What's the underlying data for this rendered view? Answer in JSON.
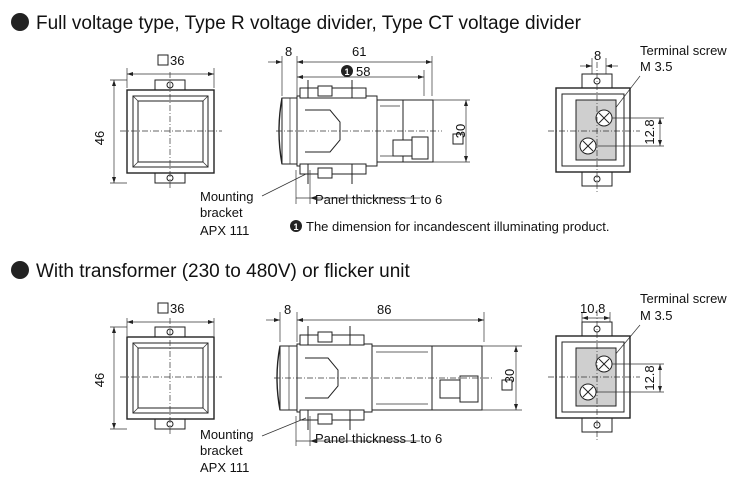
{
  "sections": [
    {
      "heading": "Full voltage type, Type R voltage divider, Type CT voltage divider",
      "front": {
        "square_label": "36",
        "height_label": "46"
      },
      "side": {
        "top_left_label": "8",
        "top_total_label": "61",
        "note_marker": "1",
        "note_label": "58",
        "square_label": "30",
        "panel_label": "Panel thickness 1 to 6",
        "bracket_lines": [
          "Mounting",
          "bracket",
          "APX 111"
        ]
      },
      "rear": {
        "width_label": "8",
        "terminal_lines": [
          "Terminal screw",
          "M 3.5"
        ],
        "spacing_label": "12.8"
      },
      "footnote": {
        "marker": "1",
        "text": "The dimension for incandescent illuminating product."
      }
    },
    {
      "heading": "With transformer (230 to 480V) or flicker unit",
      "front": {
        "square_label": "36",
        "height_label": "46"
      },
      "side": {
        "top_left_label": "8",
        "top_total_label": "86",
        "square_label": "30",
        "panel_label": "Panel thickness 1 to 6",
        "bracket_lines": [
          "Mounting",
          "bracket",
          "APX 111"
        ]
      },
      "rear": {
        "width_label": "10.8",
        "terminal_lines": [
          "Terminal screw",
          "M 3.5"
        ],
        "spacing_label": "12.8"
      }
    }
  ]
}
